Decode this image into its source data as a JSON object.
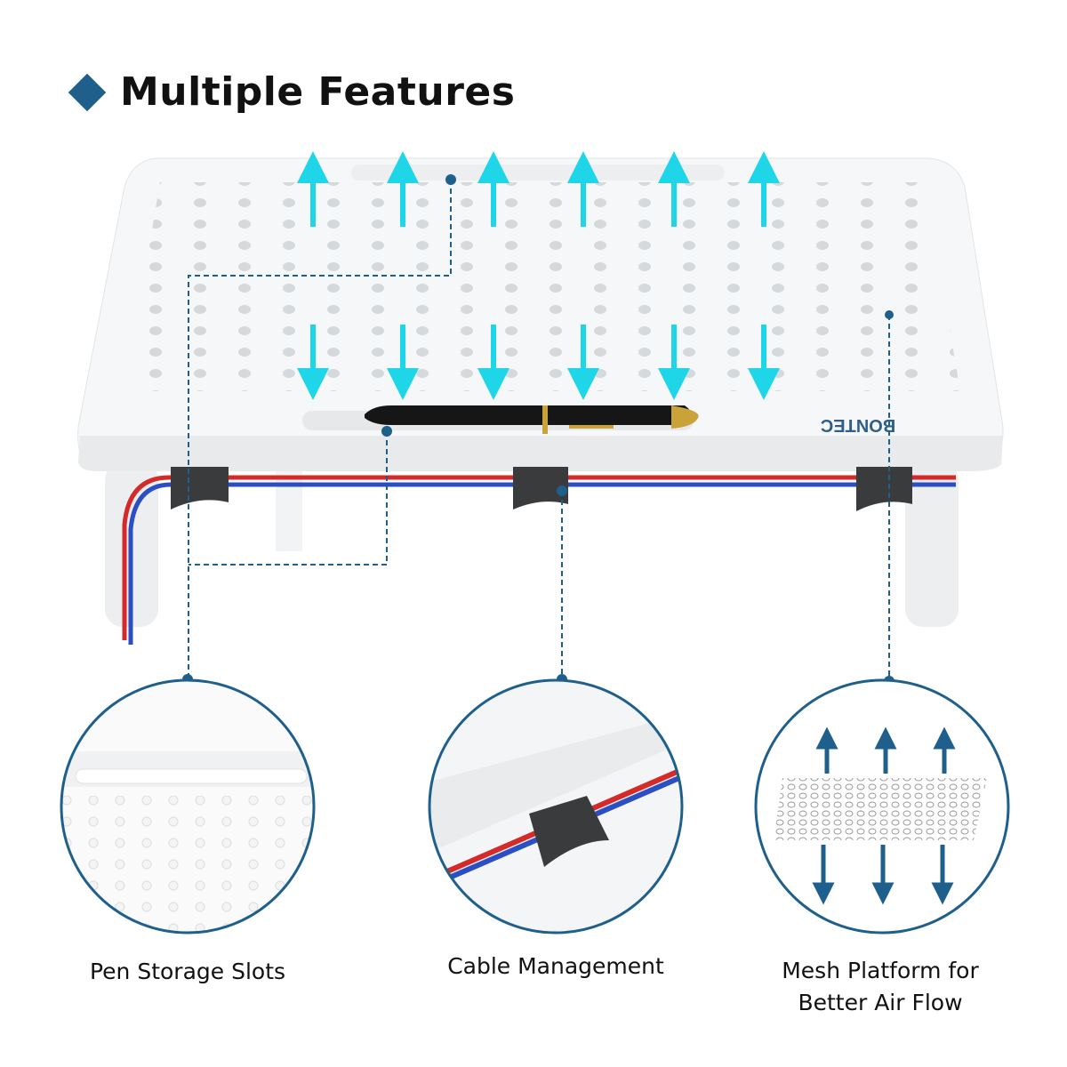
{
  "header": {
    "title": "Multiple Features"
  },
  "product": {
    "logo_text": "BONTEC"
  },
  "features": [
    {
      "label": "Pen Storage Slots"
    },
    {
      "label": "Cable Management"
    },
    {
      "label_line1": "Mesh Platform for",
      "label_line2": "Better Air Flow"
    }
  ],
  "colors": {
    "accent": "#1e5f8c",
    "airflow_arrow": "#1fd6e8",
    "cable_red": "#d42a2a",
    "cable_blue": "#2a4fc4"
  }
}
